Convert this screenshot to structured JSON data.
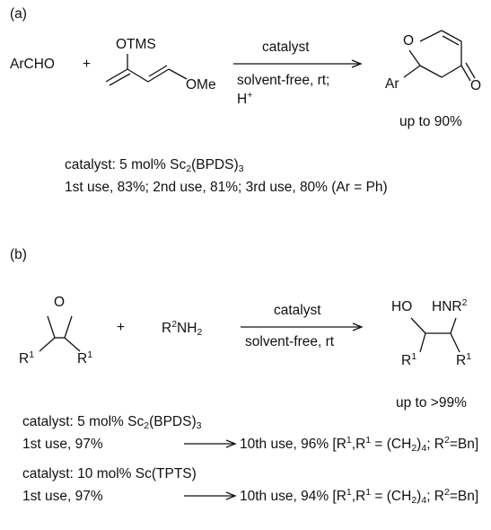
{
  "a": {
    "label": "(a)",
    "aldehyde": "ArCHO",
    "plus": "+",
    "diene_otms": "OTMS",
    "diene_ome": "OMe",
    "arrow_top": "catalyst",
    "arrow_bottom_1": "solvent-free, rt;",
    "arrow_bottom_2": "H",
    "arrow_bottom_2_sup": "+",
    "product_o_ring": "O",
    "product_ar": "Ar",
    "product_o_carbonyl": "O",
    "yield": "up to 90%",
    "cat_pre": "catalyst: 5 mol% Sc",
    "cat_sub1": "2",
    "cat_mid": "(BPDS)",
    "cat_sub2": "3",
    "recycle": "1st use, 83%; 2nd use, 81%; 3rd use, 80% (Ar = Ph)"
  },
  "b": {
    "label": "(b)",
    "epox_o": "O",
    "epox_r": "R",
    "epox_r_sup": "1",
    "plus": "+",
    "amine_r": "R",
    "amine_r_sup": "2",
    "amine_nh": "NH",
    "amine_nh_sub": "2",
    "arrow_top": "catalyst",
    "arrow_bottom": "solvent-free, rt",
    "prod_ho": "HO",
    "prod_hn": "HNR",
    "prod_hn_sup": "2",
    "prod_r": "R",
    "prod_r_sup": "1",
    "yield": "up to >99%",
    "cat1_pre": "catalyst: 5 mol% Sc",
    "cat1_sub1": "2",
    "cat1_mid": "(BPDS)",
    "cat1_sub2": "3",
    "use1_first": "1st use, 97%",
    "use1_tenth": "10th use, 96% [R",
    "cat2_text": "catalyst: 10 mol% Sc(TPTS)",
    "use2_first": "1st use, 97%",
    "use2_tenth": "10th use, 94% [R",
    "cond_sup1": "1",
    "cond_mid1": ",R",
    "cond_sup2": "1",
    "cond_mid2": " = (CH",
    "cond_sub": "2",
    "cond_mid3": ")",
    "cond_sub2": "4",
    "cond_mid4": "; R",
    "cond_sup3": "2",
    "cond_end": "=Bn]"
  }
}
